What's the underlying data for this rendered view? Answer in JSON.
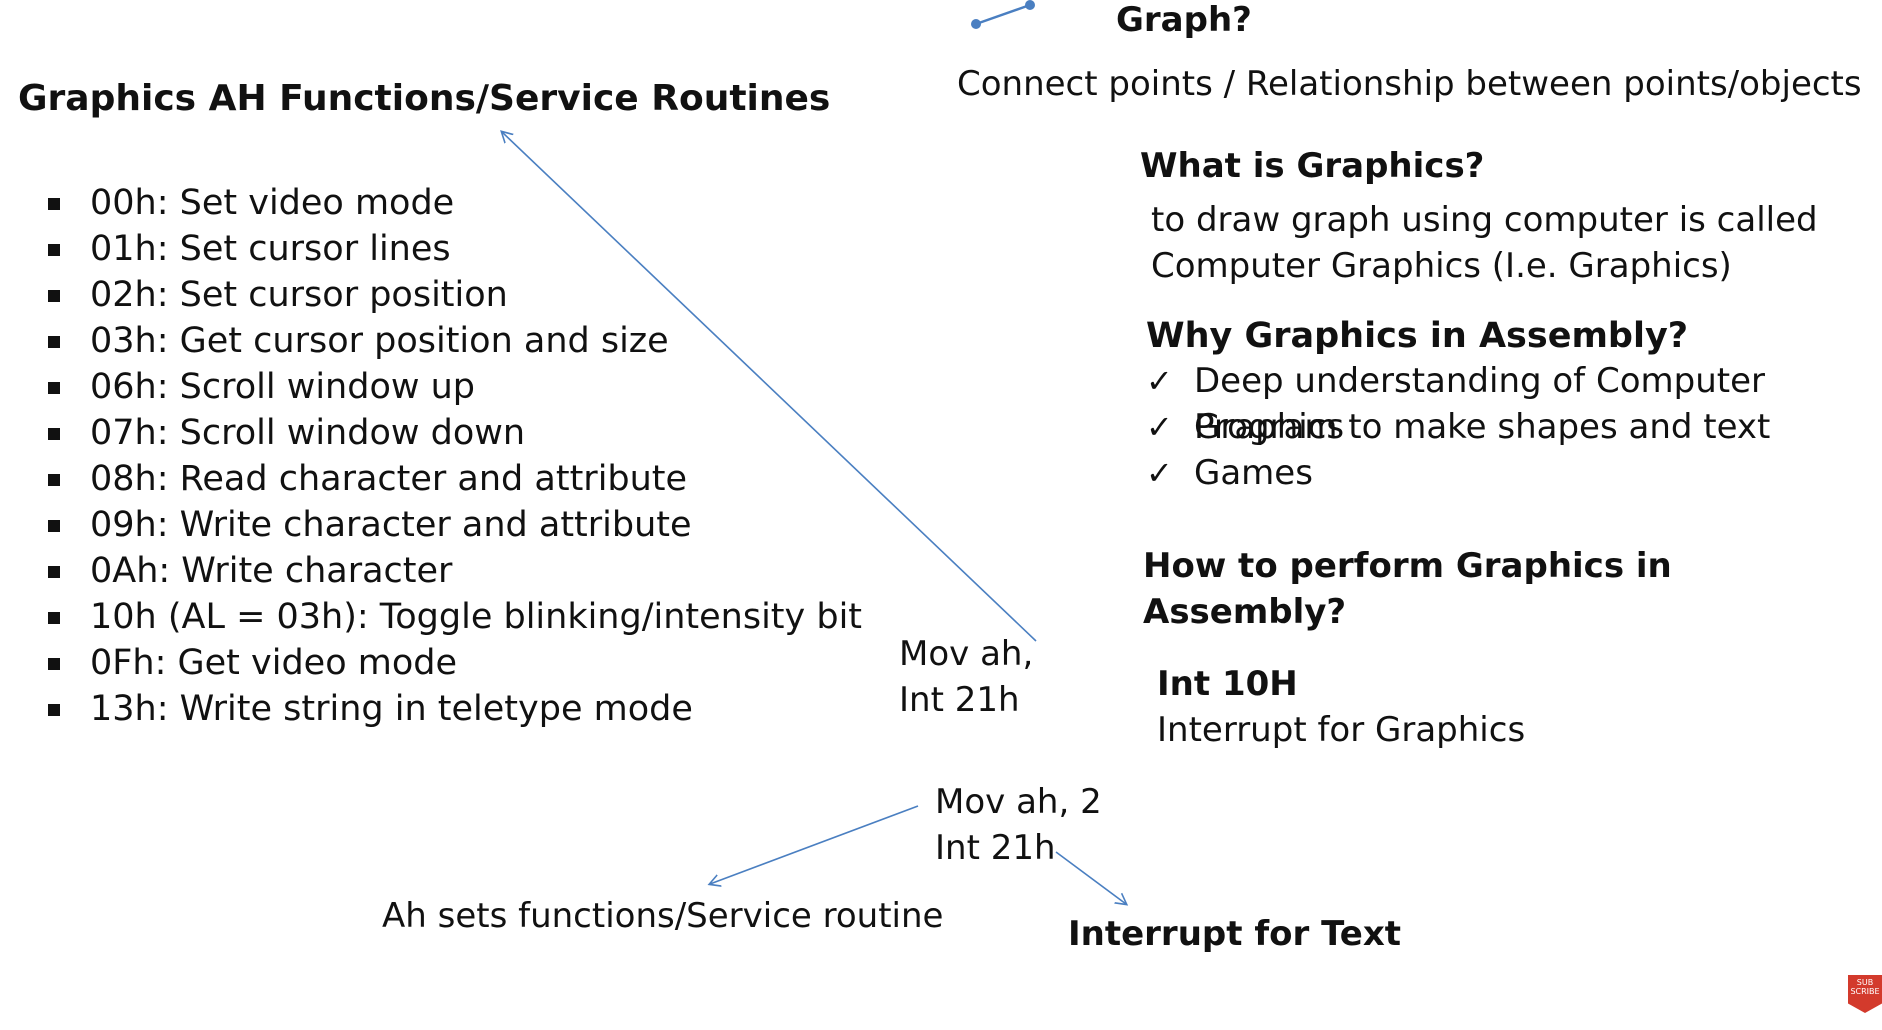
{
  "top_right": {
    "graph_heading": "Graph?",
    "connect_points": "Connect points  / Relationship between points/objects"
  },
  "left": {
    "title": "Graphics AH Functions/Service Routines",
    "functions": [
      "00h: Set video mode",
      "01h: Set cursor lines",
      "02h: Set cursor position",
      "03h: Get cursor position and size",
      "06h: Scroll window up",
      "07h: Scroll window down",
      "08h: Read character and attribute",
      "09h: Write character and attribute",
      "0Ah: Write character",
      "10h (AL = 03h): Toggle blinking/intensity bit",
      "0Fh: Get video mode",
      "13h: Write string in teletype mode"
    ]
  },
  "right": {
    "what_heading": "What is Graphics?",
    "what_line1": "to draw graph using computer is called",
    "what_line2": "Computer Graphics (I.e. Graphics)",
    "why_heading": "Why Graphics in Assembly?",
    "why_items": [
      "Deep understanding of Computer Graphics",
      "Program to make shapes and text",
      "Games"
    ],
    "how_heading_line1": "How to perform Graphics in",
    "how_heading_line2": "Assembly?",
    "int_heading": "Int 10H",
    "int_desc": "Interrupt for Graphics"
  },
  "middle": {
    "mov_ah_line1": "Mov ah,",
    "mov_ah_line2": "Int 21h",
    "mov_ah2_line1": "Mov ah, 2",
    "mov_ah2_line2": "Int 21h",
    "ah_sets": "Ah sets functions/Service routine",
    "interrupt_text": "Interrupt for Text"
  },
  "badge": {
    "line1": "SUB",
    "line2": "SCRIBE"
  },
  "colors": {
    "arrow": "#4a7fc1",
    "badge": "#d33a2c",
    "text": "#111111"
  },
  "icons": {
    "check": "✓",
    "bullet": "■"
  }
}
